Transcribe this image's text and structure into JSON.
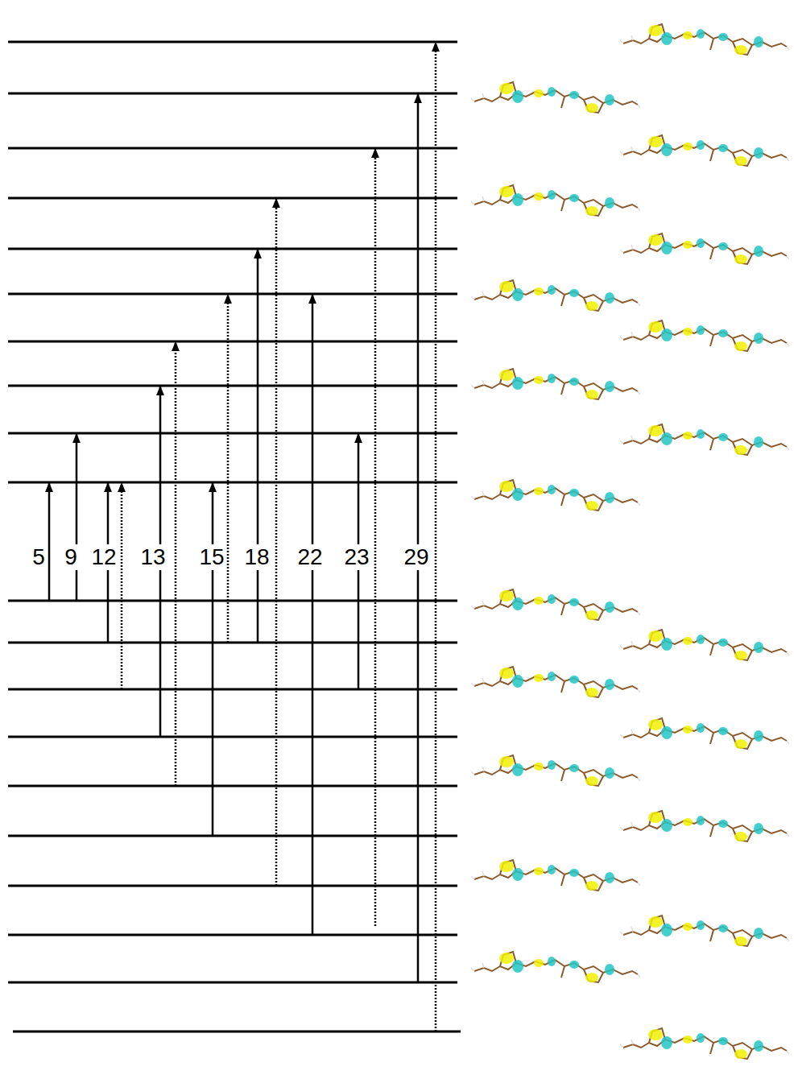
{
  "diagram": {
    "labels": [
      "5",
      "9",
      "12",
      "13",
      "15",
      "18",
      "22",
      "23",
      "29"
    ]
  }
}
